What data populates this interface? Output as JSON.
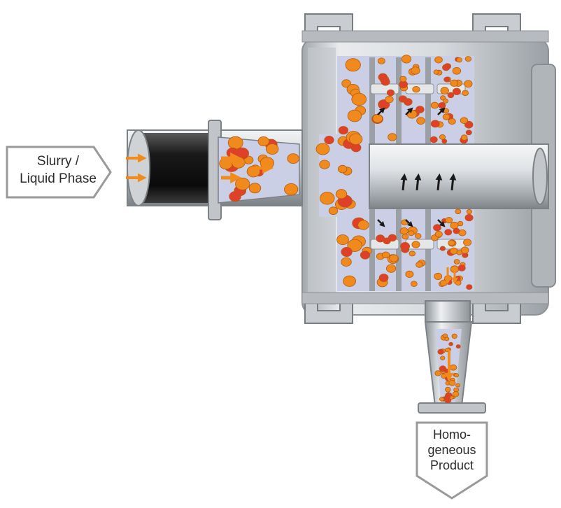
{
  "diagram": {
    "inlet_label": [
      "Slurry /",
      "Liquid Phase"
    ],
    "outlet_label": [
      "Homo-",
      "geneous",
      "Product"
    ]
  },
  "colors": {
    "steel_light": "#e6e8ea",
    "steel_mid": "#b4b8bd",
    "steel_dark": "#6d7277",
    "pipe_black": "#141414",
    "chamber_fill": "#cbcfe6",
    "particle_orange": "#f08a1c",
    "particle_red": "#e0402a",
    "flow_arrow": "#f28a1c",
    "rotor_arrow": "#1a1a1a",
    "label_outline": "#9a9a9a"
  },
  "icons": {
    "inlet_arrow": "pentagon-arrow-right",
    "outlet_arrow": "pentagon-arrow-down",
    "flow": "arrow-icon",
    "particle": "particle-blob"
  }
}
